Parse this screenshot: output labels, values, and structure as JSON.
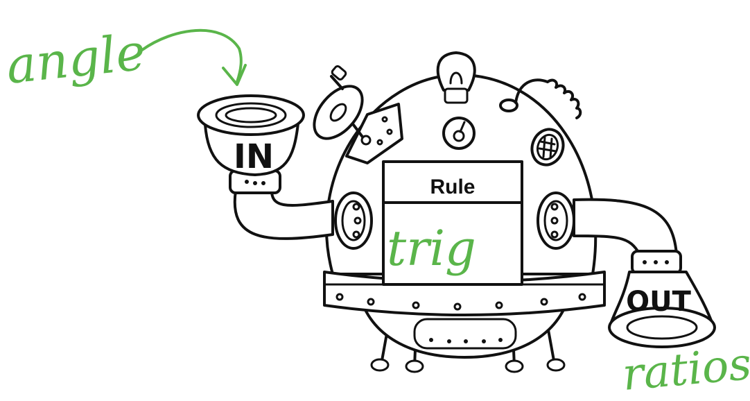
{
  "machine": {
    "input_label": "IN",
    "rule_label": "Rule",
    "output_label": "OUT"
  },
  "annotations": {
    "input": "angle",
    "rule": "trig",
    "output": "ratios"
  },
  "colors": {
    "ink": "#111111",
    "annotation": "#5ab54a",
    "background": "#ffffff"
  }
}
